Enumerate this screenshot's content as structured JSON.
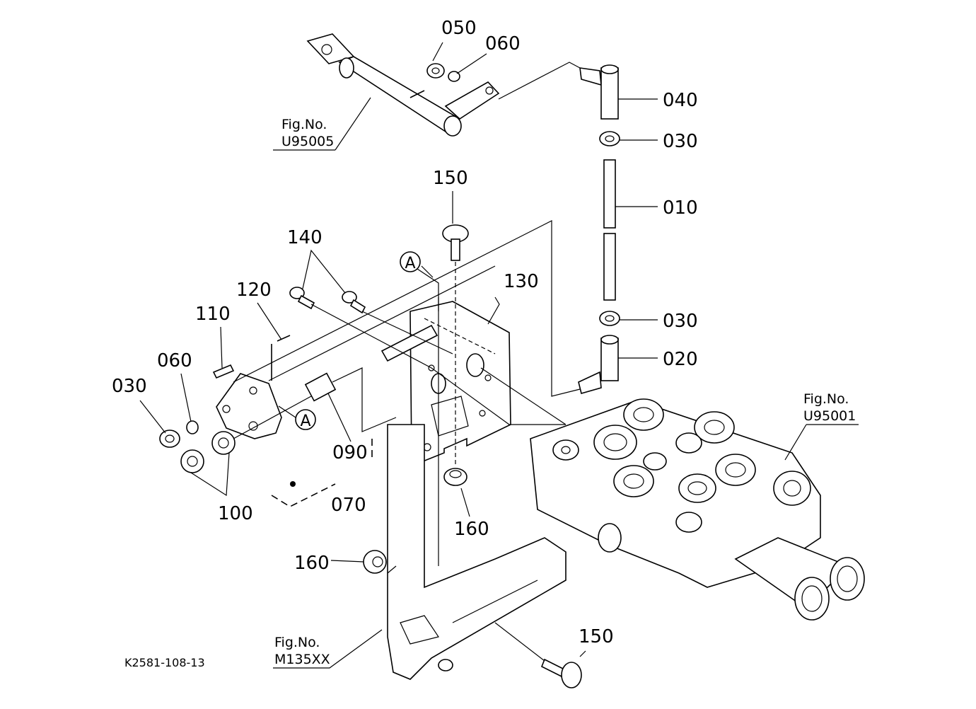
{
  "drawing_code": "K2581-108-13",
  "part_labels": {
    "p010": "010",
    "p020": "020",
    "p030_top": "030",
    "p030_mid": "030",
    "p030_left": "030",
    "p040": "040",
    "p050": "050",
    "p060_top": "060",
    "p060_left": "060",
    "p070": "070",
    "p090": "090",
    "p100": "100",
    "p110": "110",
    "p120": "120",
    "p130": "130",
    "p140": "140",
    "p150_top": "150",
    "p150_bottom": "150",
    "p160_mid": "160",
    "p160_left": "160"
  },
  "markers": {
    "a_top": "A",
    "a_left": "A"
  },
  "fig_refs": {
    "u95005": {
      "line1": "Fig.No.",
      "line2": "U95005"
    },
    "u95001": {
      "line1": "Fig.No.",
      "line2": "U95001"
    },
    "m135xx": {
      "line1": "Fig.No.",
      "line2": "M135XX"
    }
  }
}
